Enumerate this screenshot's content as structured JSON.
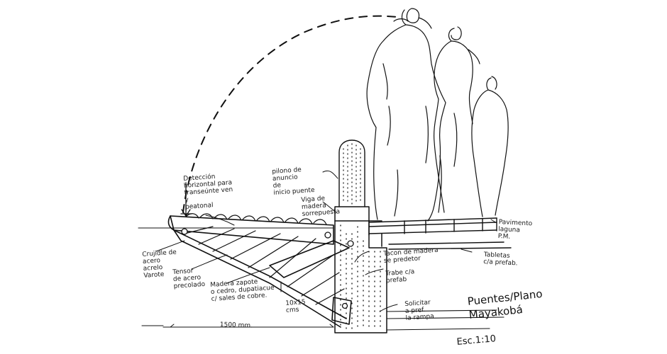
{
  "title_block": {
    "line1": "Puentes/Plano",
    "line2": "Mayakobá",
    "scale": "Esc.1:10"
  },
  "notes": {
    "detection": "Detección\nhorizontal para\ntranseúnte ven\ny\npeatonal",
    "pillar": "pilono de\nanuncio\nde\ninicio puente",
    "beam": "Viga de\nmadera\nsorrepuesta",
    "pavement": "Pavimento\nlaguna\nP.M.",
    "tablets": "Tabletas\nc/a prefab.",
    "crossbeam": "Tacon de madera\nse predetor",
    "trabe": "Trabe c/a\nprefab",
    "solicitor": "Solicitar\na pref.\nla rampa",
    "cable": "Crujidle de\nacero\nacrelo\nVarote",
    "tensors": "Tensor\nde acero\nprecolado",
    "timber": "Madera zapote\no cedro, dupatiacue\nc/ sales de cobre.",
    "post": "10x15\ncms",
    "dimension": "1500 mm."
  },
  "icons": {
    "figures": "people-silhouettes",
    "arc": "swing-path-arc",
    "bridge": "folding-bridge-deck"
  }
}
